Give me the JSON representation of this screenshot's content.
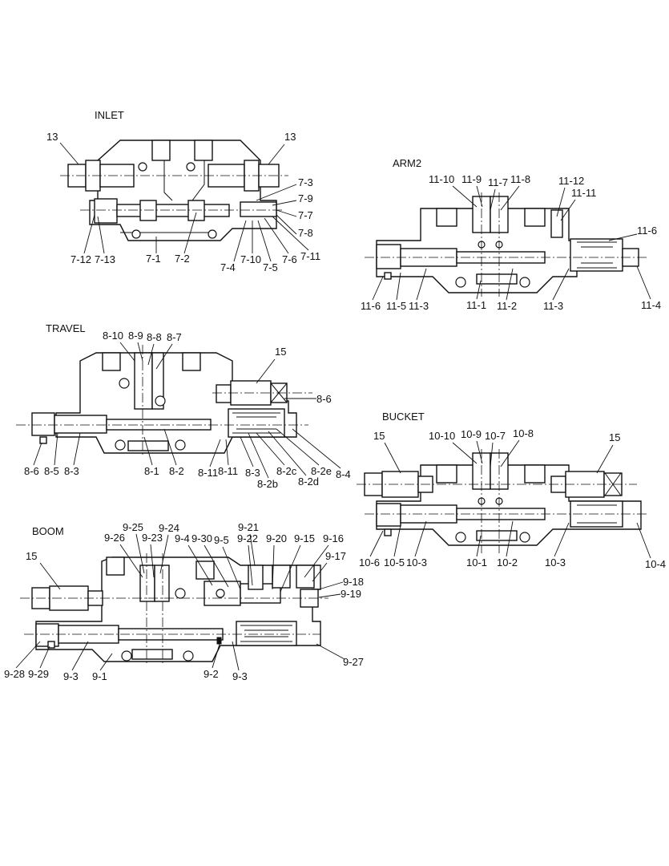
{
  "sections": {
    "inlet": {
      "title": "INLET",
      "labels": [
        "13",
        "13",
        "7-3",
        "7-9",
        "7-7",
        "7-8",
        "7-12",
        "7-13",
        "7-1",
        "7-2",
        "7-4",
        "7-10",
        "7-5",
        "7-6",
        "7-11"
      ]
    },
    "arm2": {
      "title": "ARM2",
      "labels": [
        "11-10",
        "11-9",
        "11-7",
        "11-8",
        "11-12",
        "11-11",
        "11-6",
        "11-6",
        "11-5",
        "11-3",
        "11-1",
        "11-2",
        "11-3",
        "11-4"
      ]
    },
    "travel": {
      "title": "TRAVEL",
      "labels": [
        "8-10",
        "8-9",
        "8-8",
        "8-7",
        "15",
        "8-6",
        "8-6",
        "8-5",
        "8-3",
        "8-1",
        "8-2",
        "8-11",
        "8-11",
        "8-3",
        "8-2c",
        "8-2e",
        "8-4",
        "8-2b",
        "8-2d"
      ]
    },
    "bucket": {
      "title": "BUCKET",
      "labels": [
        "15",
        "10-10",
        "10-9",
        "10-7",
        "10-8",
        "15",
        "10-6",
        "10-5",
        "10-3",
        "10-1",
        "10-2",
        "10-3",
        "10-4"
      ]
    },
    "boom": {
      "title": "BOOM",
      "labels": [
        "9-25",
        "9-24",
        "9-21",
        "9-26",
        "9-23",
        "9-4",
        "9-30",
        "9-5",
        "9-22",
        "9-20",
        "9-15",
        "9-16",
        "15",
        "9-17",
        "9-18",
        "9-19",
        "9-27",
        "9-28",
        "9-29",
        "9-3",
        "9-1",
        "9-2",
        "9-3"
      ]
    }
  }
}
